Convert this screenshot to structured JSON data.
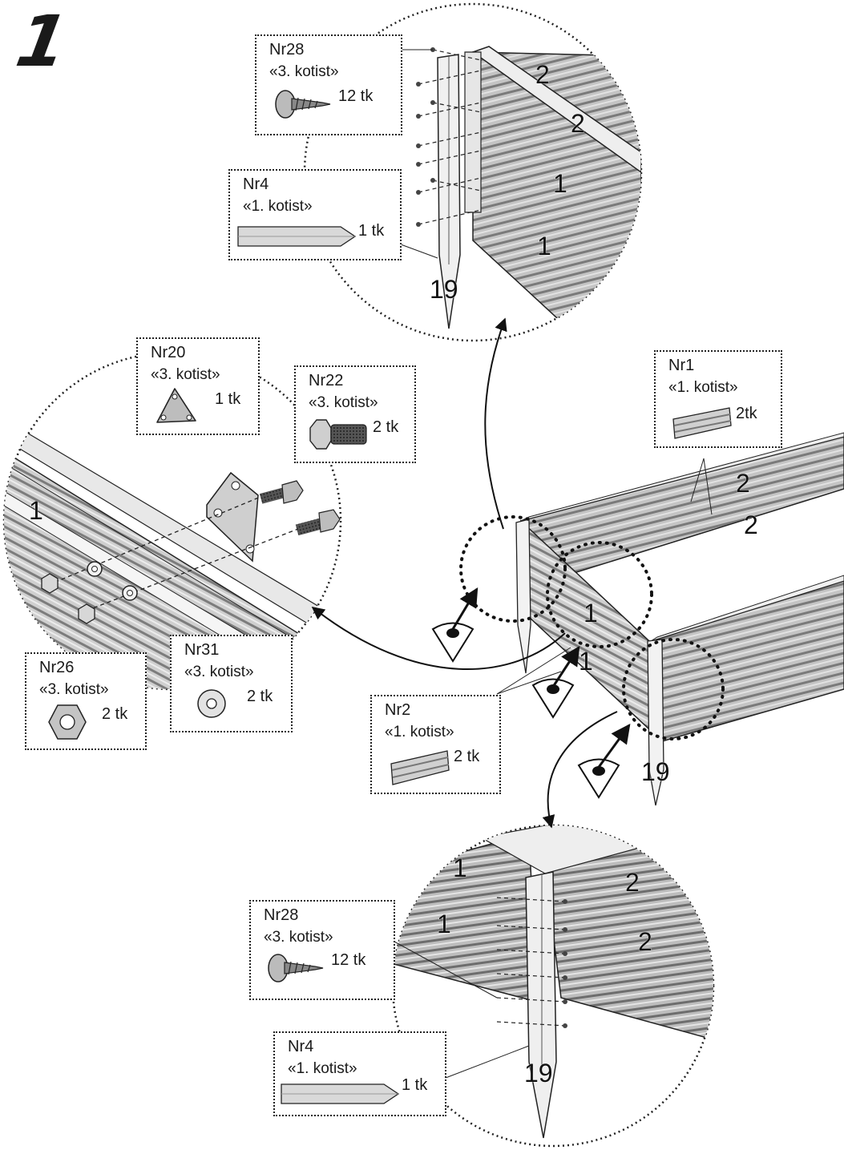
{
  "step": "1",
  "callouts": {
    "top_screw": {
      "nr": "Nr28",
      "pkg": "«3. kotist»",
      "qty": "12 tk",
      "icon": "screw-icon"
    },
    "top_stake": {
      "nr": "Nr4",
      "pkg": "«1. kotist»",
      "qty": "1 tk",
      "icon": "stake-icon"
    },
    "plate": {
      "nr": "Nr20",
      "pkg": "«3. kotist»",
      "qty": "1 tk",
      "icon": "triangle-plate-icon"
    },
    "bolt": {
      "nr": "Nr22",
      "pkg": "«3. kotist»",
      "qty": "2 tk",
      "icon": "bolt-icon"
    },
    "panel1": {
      "nr": "Nr1",
      "pkg": "«1. kotist»",
      "qty": "2tk",
      "icon": "panel-icon"
    },
    "nut": {
      "nr": "Nr26",
      "pkg": "«3. kotist»",
      "qty": "2 tk",
      "icon": "hex-nut-icon"
    },
    "washer": {
      "nr": "Nr31",
      "pkg": "«3. kotist»",
      "qty": "2 tk",
      "icon": "washer-icon"
    },
    "panel2": {
      "nr": "Nr2",
      "pkg": "«1. kotist»",
      "qty": "2 tk",
      "icon": "panel-icon"
    },
    "bottom_screw": {
      "nr": "Nr28",
      "pkg": "«3. kotist»",
      "qty": "12 tk",
      "icon": "screw-icon"
    },
    "bottom_stake": {
      "nr": "Nr4",
      "pkg": "«1. kotist»",
      "qty": "1 tk",
      "icon": "stake-icon"
    }
  },
  "part_labels": {
    "top_2a": "2",
    "top_2b": "2",
    "top_1a": "1",
    "top_1b": "1",
    "top_19": "19",
    "left_1": "1",
    "main_2a": "2",
    "main_2b": "2",
    "main_1a": "1",
    "main_1b": "1",
    "main_19": "19",
    "bot_1a": "1",
    "bot_1b": "1",
    "bot_2a": "2",
    "bot_2b": "2",
    "bot_19": "19"
  },
  "colors": {
    "line": "#222222",
    "metal_light": "#d9d9d9",
    "metal_mid": "#a9a9a9",
    "metal_dark": "#6e6e6e"
  }
}
